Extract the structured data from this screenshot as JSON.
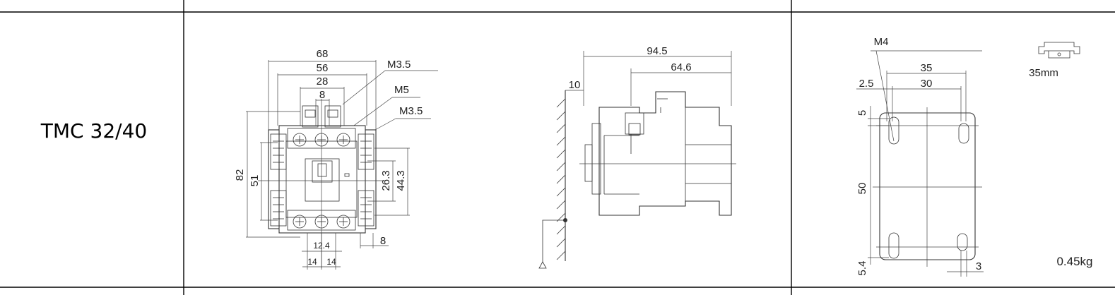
{
  "row": {
    "model": "TMC 32/40"
  },
  "front_view": {
    "dims": {
      "w68": "68",
      "w56": "56",
      "w28": "28",
      "w8": "8",
      "m35_top": "M3.5",
      "m5": "M5",
      "m35_side": "M3.5",
      "h82": "82",
      "h51": "51",
      "h26_3": "26.3",
      "h44_3": "44.3",
      "w8_bottom": "8",
      "w12_4": "12.4",
      "w14_a": "14",
      "w14_b": "14"
    }
  },
  "side_view": {
    "dims": {
      "d94_5": "94.5",
      "d64_6": "64.6",
      "d10": "10"
    }
  },
  "mount_view": {
    "dims": {
      "m4": "M4",
      "w35": "35",
      "w30": "30",
      "d2_5": "2.5",
      "d5": "5",
      "h50": "50",
      "d5_4": "5.4",
      "d3": "3"
    },
    "rail_label": "35mm",
    "weight": "0.45kg"
  }
}
